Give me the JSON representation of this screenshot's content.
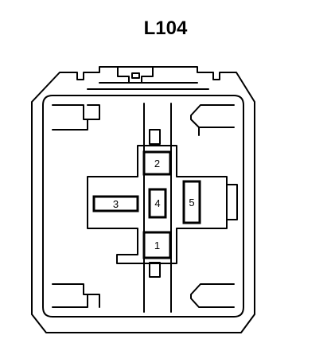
{
  "connector": {
    "id": "L104",
    "pins": [
      {
        "label": "1"
      },
      {
        "label": "2"
      },
      {
        "label": "3"
      },
      {
        "label": "4"
      },
      {
        "label": "5"
      }
    ]
  }
}
